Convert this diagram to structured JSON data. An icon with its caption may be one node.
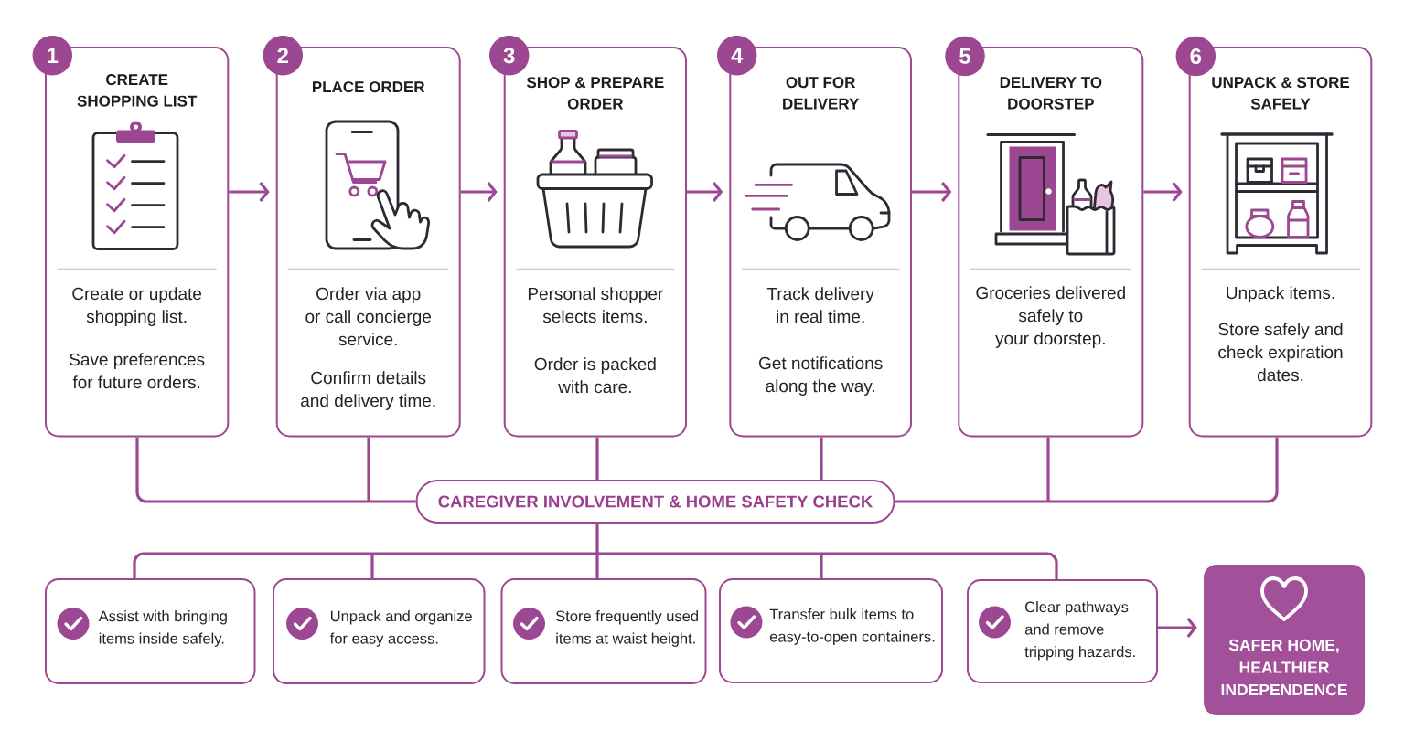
{
  "diagram": {
    "nodes": [
      {
        "text": [
          "1"
        ]
      },
      {
        "text": [
          "CREATE SHOPPING LIST",
          "Create or update shopping list.",
          "Save preferences for future orders."
        ]
      },
      {
        "text": [
          "2"
        ]
      },
      {
        "text": [
          "PLACE ORDER",
          "Order via app or call concierge service.",
          "Confirm details and delivery time."
        ]
      },
      {
        "text": [
          "3"
        ]
      },
      {
        "text": [
          "SHOP & PREPARE ORDER",
          "Personal shopper selects items.",
          "Order is packed with care."
        ]
      },
      {
        "text": [
          "4"
        ]
      },
      {
        "text": [
          "OUT FOR DELIVERY",
          "Track delivery in real time.",
          "Get notifications along the way."
        ]
      },
      {
        "text": [
          "5"
        ]
      },
      {
        "text": [
          "DELIVERY TO DOORSTEP",
          "Groceries delivered safely to your doorstep."
        ]
      },
      {
        "text": [
          "6"
        ]
      },
      {
        "text": [
          "UNPACK & STORE SAFELY",
          "Unpack items.",
          "Store safely and check expiration dates."
        ]
      },
      {
        "text": [
          "CAREGIVER INVOLVEMENT & HOME SAFETY CHECK"
        ]
      },
      {
        "text": [
          "Assist with bringing items inside safely."
        ]
      },
      {
        "text": [
          "Unpack and organize for easy access."
        ]
      },
      {
        "text": [
          "Store frequently used items at waist height."
        ]
      },
      {
        "text": [
          "Transfer bulk items to easy-to-open containers."
        ]
      },
      {
        "text": [
          "Clear pathways and remove tripping hazards."
        ]
      },
      {
        "text": [
          "SAFER HOME, HEALTHIER INDEPENDENCE"
        ]
      }
    ],
    "edges": [
      {
        "from": 1,
        "to": 3,
        "arrow": "to"
      },
      {
        "from": 3,
        "to": 5,
        "arrow": "to"
      },
      {
        "from": 5,
        "to": 7,
        "arrow": "to"
      },
      {
        "from": 7,
        "to": 9,
        "arrow": "to"
      },
      {
        "from": 9,
        "to": 11,
        "arrow": "to"
      },
      {
        "from": 1,
        "to": 12,
        "arrow": "none"
      },
      {
        "from": 3,
        "to": 12,
        "arrow": "none"
      },
      {
        "from": 5,
        "to": 12,
        "arrow": "none"
      },
      {
        "from": 7,
        "to": 12,
        "arrow": "none"
      },
      {
        "from": 9,
        "to": 12,
        "arrow": "none"
      },
      {
        "from": 11,
        "to": 12,
        "arrow": "none"
      },
      {
        "from": 12,
        "to": 13,
        "arrow": "none"
      },
      {
        "from": 12,
        "to": 14,
        "arrow": "none"
      },
      {
        "from": 12,
        "to": 15,
        "arrow": "none"
      },
      {
        "from": 12,
        "to": 16,
        "arrow": "none"
      },
      {
        "from": 12,
        "to": 17,
        "arrow": "none"
      },
      {
        "from": 17,
        "to": 18,
        "arrow": "to"
      }
    ]
  }
}
